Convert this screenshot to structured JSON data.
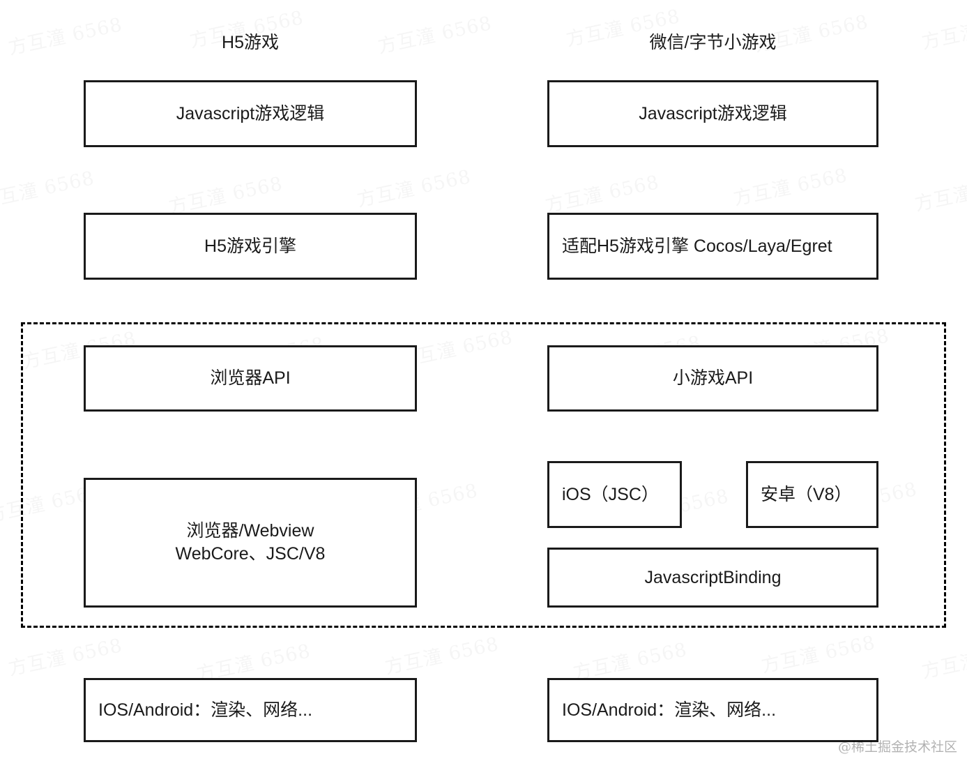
{
  "diagram": {
    "columns": [
      {
        "id": "h5",
        "header": "H5游戏"
      },
      {
        "id": "mini",
        "header": "微信/字节小游戏"
      }
    ],
    "left_column": {
      "js_logic": "Javascript游戏逻辑",
      "engine": "H5游戏引擎",
      "api": "浏览器API",
      "runtime": "浏览器/Webview\nWebCore、JSC/V8",
      "os": "IOS/Android：渲染、网络..."
    },
    "right_column": {
      "js_logic": "Javascript游戏逻辑",
      "engine": "适配H5游戏引擎 Cocos/Laya/Egret",
      "api": "小游戏API",
      "ios_engine": "iOS（JSC）",
      "android_engine": "安卓（V8）",
      "binding": "JavascriptBinding",
      "os": "IOS/Android：渲染、网络..."
    },
    "watermark": {
      "tile_text": "方互潼 6568",
      "corner_credit": "@稀土掘金技术社区"
    },
    "colors": {
      "stroke": "#1a1a1a",
      "background": "#ffffff",
      "dashed_region_stroke": "#000000"
    }
  }
}
